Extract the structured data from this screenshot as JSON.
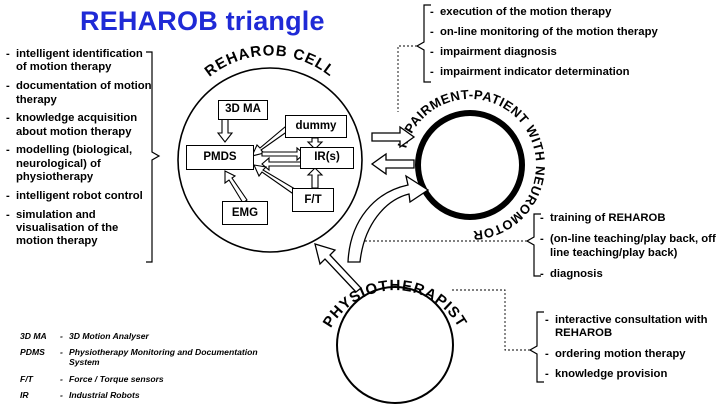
{
  "title": "REHAROB triangle",
  "left_list": [
    "intelligent identification of motion therapy",
    "documentation of motion therapy",
    "knowledge acquisition about motion therapy",
    "modelling (biological, neurological) of physiotherapy",
    "intelligent robot control",
    "simulation and visualisation of the motion therapy"
  ],
  "top_right_list": [
    "execution of the motion therapy",
    "on-line monitoring of the motion therapy",
    "impairment diagnosis",
    "impairment indicator determination"
  ],
  "mid_right_list": [
    "training of REHAROB",
    "(on-line teaching/play back, off line teaching/play back)",
    "diagnosis"
  ],
  "bottom_right_list": [
    "interactive consultation with REHAROB",
    "ordering motion therapy",
    "knowledge provision"
  ],
  "cell": {
    "label": "REHAROB CELL",
    "boxes": {
      "ma": "3D MA",
      "dummy": "dummy",
      "pmds": "PMDS",
      "irs": "IR(s)",
      "emg": "EMG",
      "ft": "F/T"
    }
  },
  "patient_label": "IMPAIRMENT-PATIENT WITH NEUROMOTOR",
  "physio_label": "PHYSIOTHERAPIST",
  "legend": [
    {
      "abbr": "3D MA",
      "def": "3D Motion Analyser"
    },
    {
      "abbr": "PDMS",
      "def": "Physiotherapy Monitoring and Documentation System"
    },
    {
      "abbr": "F/T",
      "def": "Force / Torque sensors"
    },
    {
      "abbr": "IR",
      "def": "Industrial Robots"
    }
  ]
}
